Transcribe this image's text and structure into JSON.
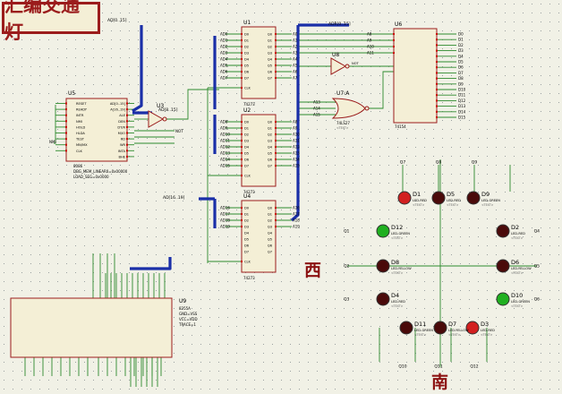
{
  "title": "汇编交通灯",
  "directions": {
    "west": "西",
    "south": "南"
  },
  "buses": {
    "ad_0_15": "AD[0..15]",
    "ad_8_15": "AD[8..15]",
    "adr_0_15": "ADR[0..15]",
    "ad_16_19": "AD[16..19]"
  },
  "u5": {
    "ref": "U5",
    "pins_left": [
      "RESET",
      "READY",
      "INTR",
      "NMI",
      "HOLD",
      "HLDA",
      "TEST",
      "MN/MX",
      "CLK"
    ],
    "pins_right": [
      "AD[0..15]",
      "A[16..19]",
      "ALE",
      "DEN",
      "DT/R",
      "M/IO",
      "RD",
      "WR",
      "INTA",
      "BHE"
    ],
    "attrs": [
      "8086",
      "DBG_MEM_LINEAR0=0x00000",
      "LOAD_SEG=0x0000"
    ],
    "nmi_label": "NMI"
  },
  "u3": {
    "ref": "U3",
    "pin_in": "1",
    "pin_out": "2",
    "part": "NOT"
  },
  "u8": {
    "ref": "U8",
    "pin_in": "1",
    "pin_out": "2",
    "part": "NOT"
  },
  "u7a": {
    "ref": "U7:A",
    "inputs": [
      "A13",
      "A14",
      "A15"
    ],
    "part": "74LS27"
  },
  "latches": [
    {
      "ref": "U1",
      "part": "74273",
      "in": [
        "AD0",
        "AD1",
        "AD2",
        "AD3",
        "AD4",
        "AD5",
        "AD6",
        "AD7"
      ],
      "out": [
        "A0",
        "A1",
        "A2",
        "A3",
        "A4",
        "A5",
        "A6",
        "A7"
      ]
    },
    {
      "ref": "U2",
      "part": "74273",
      "in": [
        "AD8",
        "AD9",
        "AD10",
        "AD11",
        "AD12",
        "AD13",
        "AD14",
        "AD15"
      ],
      "out": [
        "A8",
        "A9",
        "A10",
        "A11",
        "A12",
        "A13",
        "A14",
        "A15"
      ]
    },
    {
      "ref": "U4",
      "part": "74273",
      "in": [
        "AD16",
        "AD17",
        "AD18",
        "AD19",
        "",
        "",
        "",
        ""
      ],
      "out": [
        "A16",
        "A17",
        "A18",
        "A19",
        "",
        "",
        "",
        ""
      ]
    }
  ],
  "u6": {
    "ref": "U6",
    "part": "74154",
    "inputs": [
      "A8",
      "A9",
      "A10",
      "A11"
    ],
    "outputs": [
      "D0",
      "D1",
      "D2",
      "D3",
      "D4",
      "D5",
      "D6",
      "D7",
      "D8",
      "D9",
      "D10",
      "D11",
      "D12",
      "D13",
      "D14",
      "D15"
    ]
  },
  "u9": {
    "ref": "U9",
    "part": "8255A",
    "attrs": [
      "8255A",
      "GND=VSS",
      "VCC=VDD",
      "TRACE=1"
    ]
  },
  "leds": [
    {
      "ref": "D1",
      "type": "LED-RED"
    },
    {
      "ref": "D5",
      "type": "LED-RED"
    },
    {
      "ref": "D9",
      "type": "LED-GREEN"
    },
    {
      "ref": "D12",
      "type": "LED-GREEN"
    },
    {
      "ref": "D8",
      "type": "LED-YELLOW"
    },
    {
      "ref": "D4",
      "type": "LED-RED"
    },
    {
      "ref": "D2",
      "type": "LED-RED"
    },
    {
      "ref": "D6",
      "type": "LED-YELLOW"
    },
    {
      "ref": "D10",
      "type": "LED-GREEN"
    },
    {
      "ref": "D11",
      "type": "LED-GREEN"
    },
    {
      "ref": "D7",
      "type": "LED-YELLOW"
    },
    {
      "ref": "D3",
      "type": "LED-RED"
    }
  ],
  "net_labels": [
    "Q1",
    "Q2",
    "Q3",
    "Q4",
    "Q5",
    "Q6",
    "Q7",
    "Q8",
    "Q9",
    "Q10",
    "Q11",
    "Q12"
  ],
  "text_hint": "<TEXT>",
  "colors": {
    "wire": "#2d8a2d",
    "bus": "#1a2fa8",
    "chip_border": "#9b1c1c",
    "chip_fill": "#f4efd6",
    "led_red": "#d22020",
    "led_green": "#20b020",
    "led_off": "#4a0a0a",
    "pin": "#cc0000"
  }
}
